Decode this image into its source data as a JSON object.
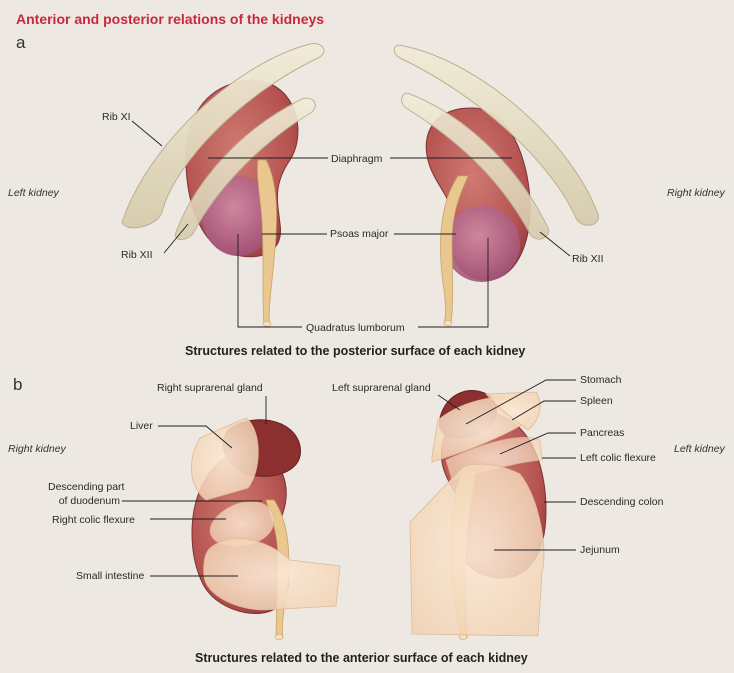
{
  "title": "Anterior and posterior relations of the kidneys",
  "panel_a": {
    "letter": "a",
    "side_left": "Left kidney",
    "side_right": "Right kidney",
    "labels": {
      "rib_xi": "Rib XI",
      "diaphragm": "Diaphragm",
      "psoas_major": "Psoas major",
      "rib_xii_left": "Rib XII",
      "rib_xii_right": "Rib XII",
      "quadratus_lumborum": "Quadratus lumborum"
    },
    "caption": "Structures related to the posterior surface of each kidney"
  },
  "panel_b": {
    "letter": "b",
    "side_left": "Right kidney",
    "side_right": "Left kidney",
    "labels": {
      "right_suprarenal_gland": "Right suprarenal gland",
      "liver": "Liver",
      "descending_duodenum_1": "Descending part",
      "descending_duodenum_2": "of duodenum",
      "right_colic_flexure": "Right colic flexure",
      "small_intestine": "Small intestine",
      "left_suprarenal_gland": "Left suprarenal gland",
      "stomach": "Stomach",
      "spleen": "Spleen",
      "pancreas": "Pancreas",
      "left_colic_flexure": "Left colic flexure",
      "descending_colon": "Descending colon",
      "jejunum": "Jejunum"
    },
    "caption": "Structures related to the anterior surface of each kidney"
  },
  "colors": {
    "title": "#c8283c",
    "background": "#ede8e1",
    "kidney": "#b5524f",
    "kidney_dark": "#8e3a3e",
    "psoas": "#a1557a",
    "rib": "#e4dcc4",
    "ureter": "#e9c78f",
    "organ_overlay": "#f6dcc2",
    "suprarenal": "#8c2f2f",
    "leader_line": "#1e1e1e"
  }
}
